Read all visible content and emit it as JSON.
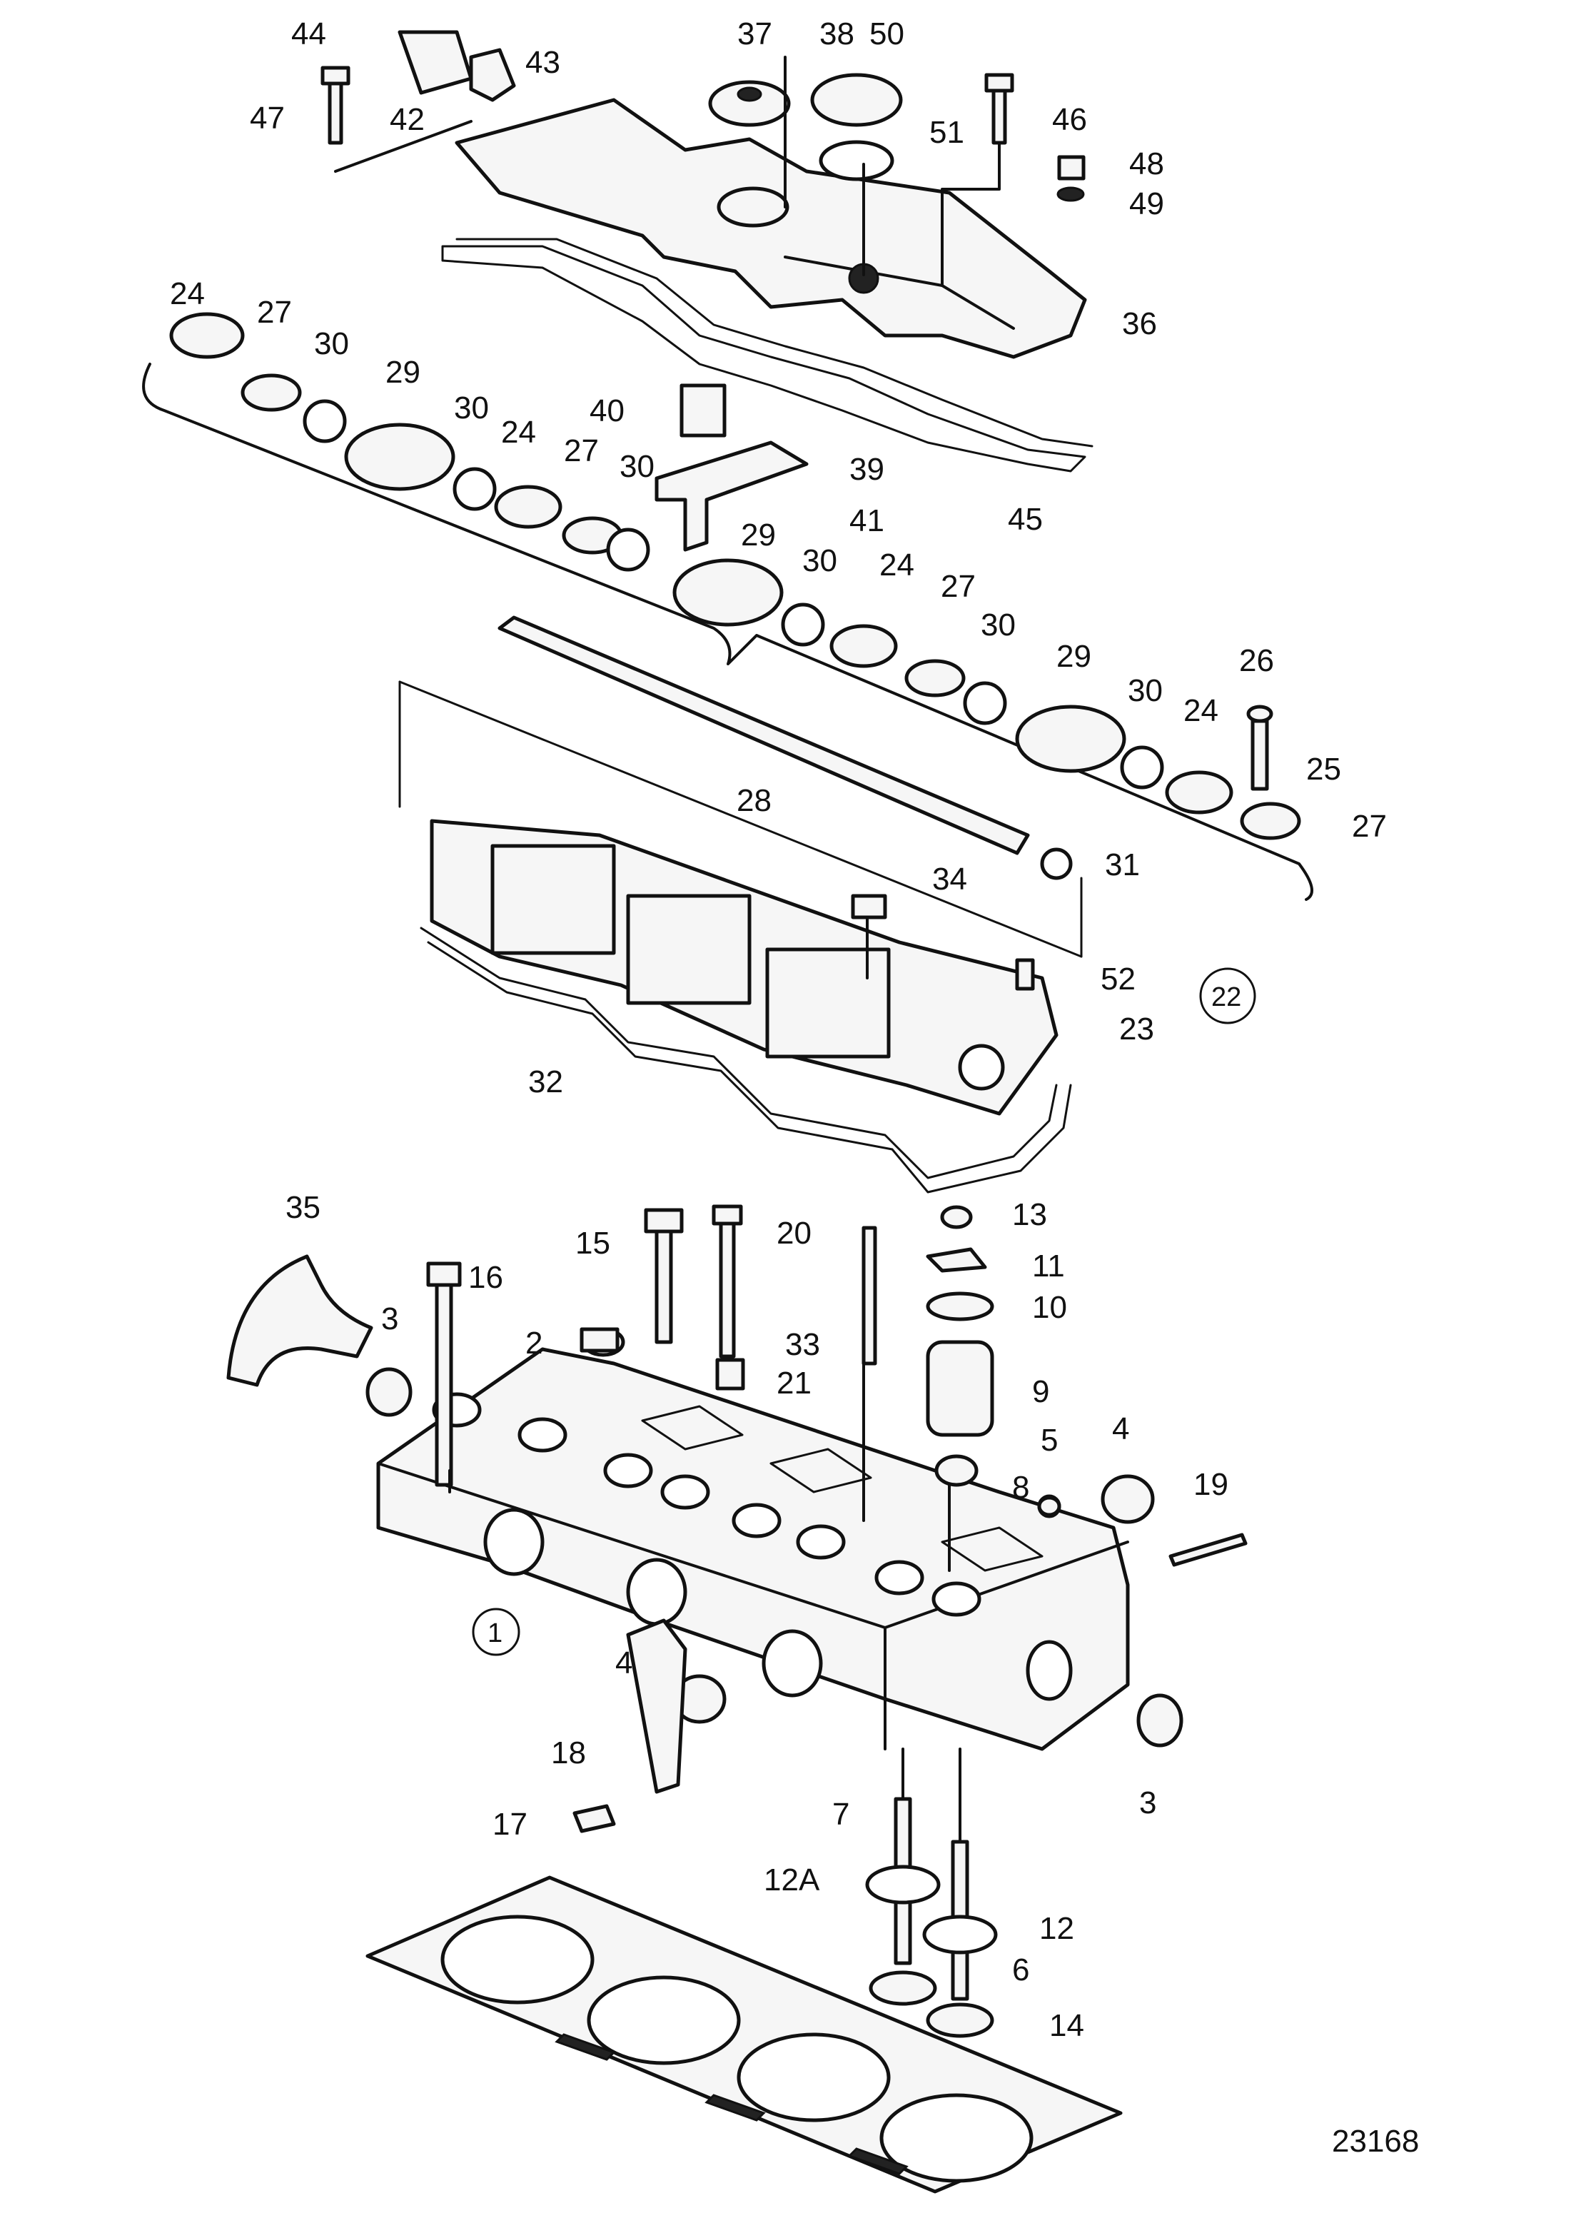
{
  "figure_number": "23168",
  "labels": [
    "1",
    "2",
    "3",
    "3",
    "4",
    "4",
    "5",
    "6",
    "7",
    "8",
    "9",
    "10",
    "11",
    "12",
    "12A",
    "13",
    "14",
    "15",
    "16",
    "17",
    "18",
    "19",
    "20",
    "21",
    "22",
    "23",
    "24",
    "24",
    "24",
    "24",
    "25",
    "26",
    "27",
    "27",
    "27",
    "27",
    "28",
    "29",
    "29",
    "29",
    "30",
    "30",
    "30",
    "30",
    "30",
    "30",
    "31",
    "32",
    "33",
    "34",
    "35",
    "36",
    "37",
    "38",
    "39",
    "40",
    "41",
    "42",
    "43",
    "44",
    "45",
    "46",
    "47",
    "48",
    "49",
    "50",
    "51",
    "52"
  ]
}
